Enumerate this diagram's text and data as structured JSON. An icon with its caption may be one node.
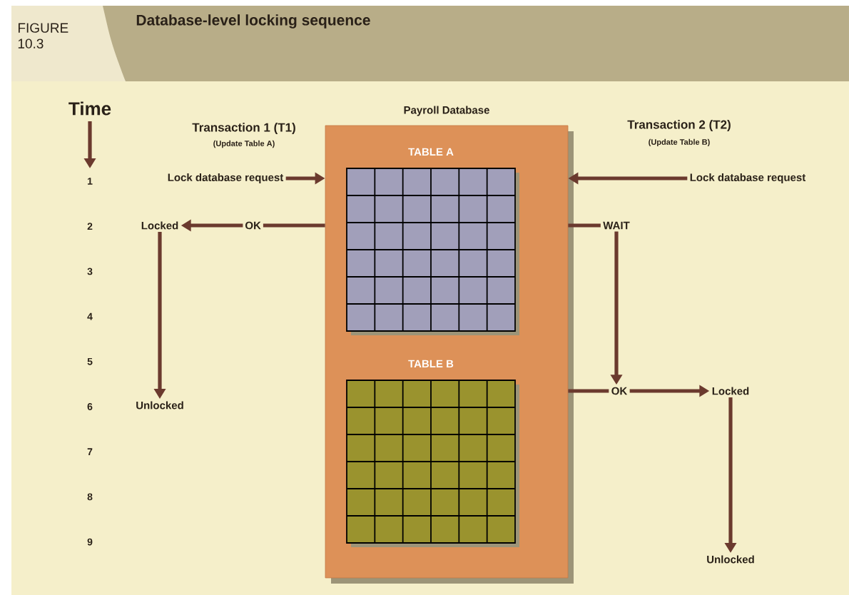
{
  "diagram": {
    "title": "Database-level locking sequence",
    "nodes": [
      {
        "text": [
          "Payroll Database"
        ]
      },
      {
        "text": [
          "TABLE A"
        ],
        "in": 0
      },
      {
        "text": [
          "TABLE B"
        ],
        "in": 0
      },
      {
        "text": [
          "Lock database request"
        ]
      },
      {
        "text": [
          "Locked"
        ]
      },
      {
        "text": [
          "Unlocked"
        ]
      },
      {
        "text": [
          "Lock database request"
        ]
      },
      {
        "text": [
          "WAIT"
        ]
      },
      {
        "text": [
          "OK"
        ]
      },
      {
        "text": [
          "Locked"
        ]
      },
      {
        "text": [
          "Unlocked"
        ]
      }
    ],
    "edges": [
      {
        "from": 3,
        "to": 0,
        "arrow": "to"
      },
      {
        "from": 0,
        "to": 4,
        "arrow": "to",
        "label": "OK"
      },
      {
        "from": 4,
        "to": 5,
        "arrow": "to"
      },
      {
        "from": 6,
        "to": 0,
        "arrow": "to"
      },
      {
        "from": 0,
        "to": 7,
        "arrow": "none"
      },
      {
        "from": 7,
        "to": 8,
        "arrow": "to"
      },
      {
        "from": 0,
        "to": 8,
        "arrow": "none"
      },
      {
        "from": 8,
        "to": 9,
        "arrow": "to"
      },
      {
        "from": 9,
        "to": 10,
        "arrow": "to"
      }
    ],
    "labels": [
      "FIGURE 10.3",
      "Time",
      "Transaction 1 (T1)",
      "(Update Table A)",
      "Transaction 2 (T2)",
      "(Update Table B)",
      "1",
      "2",
      "3",
      "4",
      "5",
      "6",
      "7",
      "8",
      "9"
    ]
  }
}
